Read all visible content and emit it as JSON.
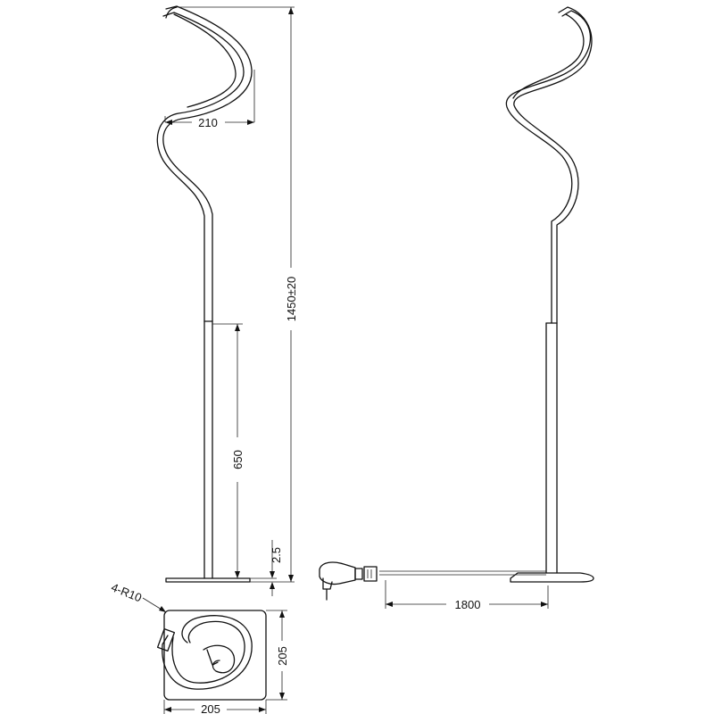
{
  "diagram": {
    "dimensions": {
      "spiral_width": "210",
      "total_height": "1450±20",
      "lower_pole_height": "650",
      "base_thickness": "2.5",
      "cable_length": "1800",
      "base_depth": "205",
      "base_width": "205",
      "corner_radius": "4-R10"
    },
    "colors": {
      "line": "#111111",
      "background": "#ffffff"
    }
  }
}
